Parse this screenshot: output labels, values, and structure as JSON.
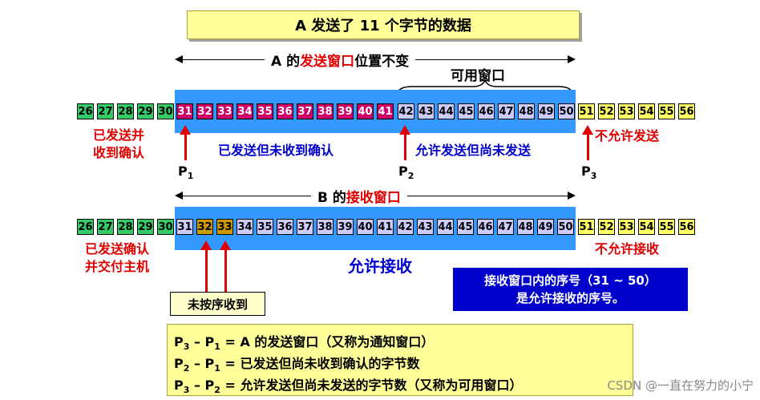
{
  "title": "A 发送了 11 个字节的数据",
  "send_span": {
    "prefix": "A 的",
    "highlight": "发送窗口",
    "suffix": "位置不变"
  },
  "usable_window_label": "可用窗口",
  "recv_span": {
    "prefix": "B 的",
    "highlight": "接收窗口"
  },
  "send_row": {
    "green": [
      "26",
      "27",
      "28",
      "29",
      "30"
    ],
    "magenta": [
      "31",
      "32",
      "33",
      "34",
      "35",
      "36",
      "37",
      "38",
      "39",
      "40",
      "41"
    ],
    "lavender": [
      "42",
      "43",
      "44",
      "45",
      "46",
      "47",
      "48",
      "49",
      "50"
    ],
    "yellow": [
      "51",
      "52",
      "53",
      "54",
      "55",
      "56"
    ]
  },
  "recv_row": {
    "green": [
      "26",
      "27",
      "28",
      "29",
      "30"
    ],
    "window": [
      {
        "n": "31",
        "c": "lav"
      },
      {
        "n": "32",
        "c": "orange"
      },
      {
        "n": "33",
        "c": "orange"
      },
      {
        "n": "34",
        "c": "lav"
      },
      {
        "n": "35",
        "c": "lav"
      },
      {
        "n": "36",
        "c": "lav"
      },
      {
        "n": "37",
        "c": "lav"
      },
      {
        "n": "38",
        "c": "lav"
      },
      {
        "n": "39",
        "c": "lav"
      },
      {
        "n": "40",
        "c": "lav"
      },
      {
        "n": "41",
        "c": "lav"
      },
      {
        "n": "42",
        "c": "lav"
      },
      {
        "n": "43",
        "c": "lav"
      },
      {
        "n": "44",
        "c": "lav"
      },
      {
        "n": "45",
        "c": "lav"
      },
      {
        "n": "46",
        "c": "lav"
      },
      {
        "n": "47",
        "c": "lav"
      },
      {
        "n": "48",
        "c": "lav"
      },
      {
        "n": "49",
        "c": "lav"
      },
      {
        "n": "50",
        "c": "lav"
      }
    ],
    "yellow": [
      "51",
      "52",
      "53",
      "54",
      "55",
      "56"
    ]
  },
  "labels": {
    "sent_acked_1": "已发送并",
    "sent_acked_2": "收到确认",
    "sent_not_acked": "已发送但未收到确认",
    "allowed_not_sent": "允许发送但尚未发送",
    "not_allowed_send": "不允许发送",
    "sent_ack_deliver_1": "已发送确认",
    "sent_ack_deliver_2": "并交付主机",
    "allowed_recv": "允许接收",
    "not_allowed_recv": "不允许接收",
    "out_of_order": "未按序收到",
    "recv_note_1": "接收窗口内的序号（31 ~ 50）",
    "recv_note_2": "是允许接收的序号。"
  },
  "pointers": {
    "p1": "P",
    "p1_sub": "1",
    "p2": "P",
    "p2_sub": "2",
    "p3": "P",
    "p3_sub": "3"
  },
  "formulas": [
    {
      "a": "P",
      "a_sub": "3",
      "b": "P",
      "b_sub": "1",
      "text": " = A 的发送窗口（又称为通知窗口）"
    },
    {
      "a": "P",
      "a_sub": "2",
      "b": "P",
      "b_sub": "1",
      "text": " = 已发送但尚未收到确认的字节数"
    },
    {
      "a": "P",
      "a_sub": "3",
      "b": "P",
      "b_sub": "2",
      "text": " = 允许发送但尚未发送的字节数（又称为可用窗口）"
    }
  ],
  "watermark": "CSDN @一直在努力的小宁",
  "colors": {
    "window": "#3399ff",
    "green": "#33cc66",
    "magenta": "#cc0066",
    "lavender": "#ccccff",
    "yellow": "#ffff66",
    "orange": "#cc9900",
    "red": "#e00000",
    "blue": "#0000cc"
  }
}
